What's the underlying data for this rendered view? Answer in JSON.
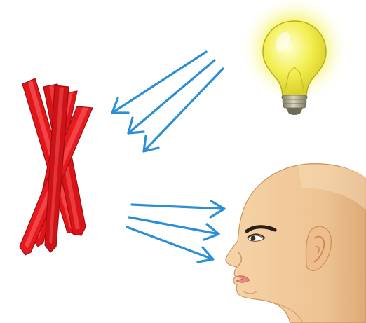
{
  "diagram": {
    "elements": [
      {
        "id": "bulb",
        "icon": "light-bulb-icon"
      },
      {
        "id": "rods",
        "icon": "red-rods-icon",
        "count": 5
      },
      {
        "id": "head",
        "icon": "human-head-icon"
      }
    ],
    "arrow_groups": [
      {
        "from": "bulb",
        "to": "rods",
        "count": 3
      },
      {
        "from": "rods",
        "to": "head",
        "count": 3
      }
    ]
  },
  "colors": {
    "background": "#ffffff",
    "arrow": "#2a8fd6",
    "rod": "#e0161b",
    "rod_shadow": "#a30d10",
    "rod_highlight": "#ff6b6b",
    "bulb_glow": "#f7f23a",
    "bulb_glass": "#f2ef5a",
    "bulb_base": "#9d9a7e",
    "skin": "#f0c999",
    "skin_shadow": "#d9a877",
    "lip": "#e5887d",
    "eyebrow": "#2a1e16"
  }
}
